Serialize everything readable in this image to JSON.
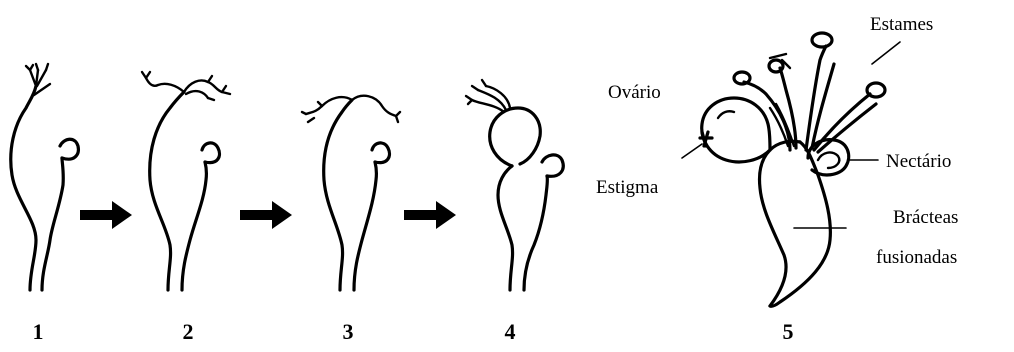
{
  "figure": {
    "stage_numbers": [
      "1",
      "2",
      "3",
      "4",
      "5"
    ],
    "labels": {
      "ovario": "Ovário",
      "estigma": "Estigma",
      "estames": "Estames",
      "nectario": "Nectário",
      "bracteas_line1": "Brácteas",
      "bracteas_line2": "fusionadas"
    }
  }
}
